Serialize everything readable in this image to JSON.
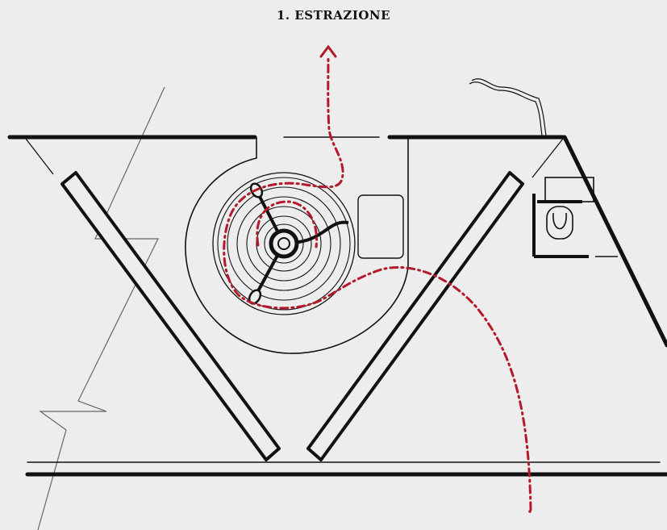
{
  "title": "1. ESTRAZIONE",
  "colors": {
    "background": "#ededed",
    "line": "#111111",
    "thin_line": "#555555",
    "airflow": "#b3192a"
  },
  "components": [
    "fan-housing",
    "fan-impeller",
    "filter-left",
    "filter-right",
    "motor-box",
    "airflow-path",
    "pulley-wheel",
    "power-cable"
  ]
}
